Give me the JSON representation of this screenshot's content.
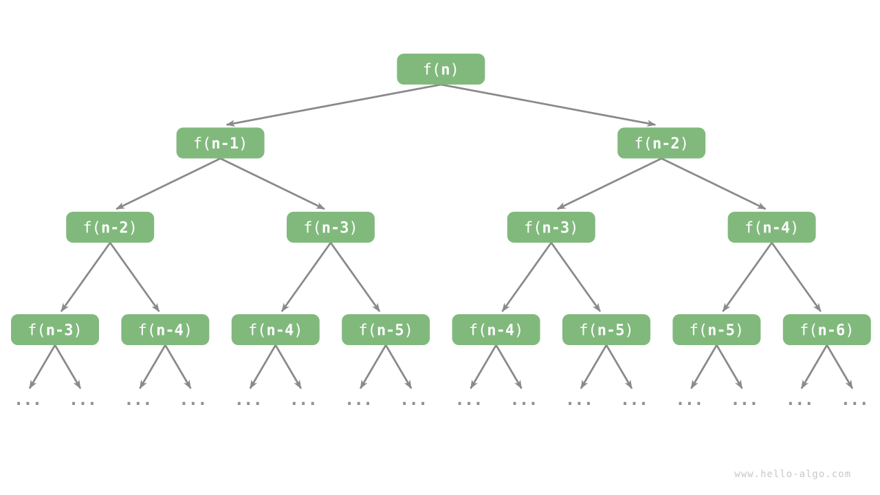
{
  "page": {
    "background": "#ffffff",
    "watermark": "www.hello-algo.com"
  },
  "colors": {
    "node_fill": "#81B97D",
    "node_text": "#FFFFFF",
    "edge": "#8A8A8A",
    "leaf_dots": "#8F8F8F",
    "watermark": "#C8C8C8"
  },
  "diagram": {
    "type": "recursion-tree",
    "description": "Binary recursion tree of f(n) where each call f(k) branches into f(k-1) and f(k-2)",
    "levels": [
      [
        "f(n)"
      ],
      [
        "f(n-1)",
        "f(n-2)"
      ],
      [
        "f(n-2)",
        "f(n-3)",
        "f(n-3)",
        "f(n-4)"
      ],
      [
        "f(n-3)",
        "f(n-4)",
        "f(n-4)",
        "f(n-5)",
        "f(n-4)",
        "f(n-5)",
        "f(n-5)",
        "f(n-6)"
      ]
    ],
    "leaf_label": "...",
    "leaves_per_bottom_node": 2
  }
}
